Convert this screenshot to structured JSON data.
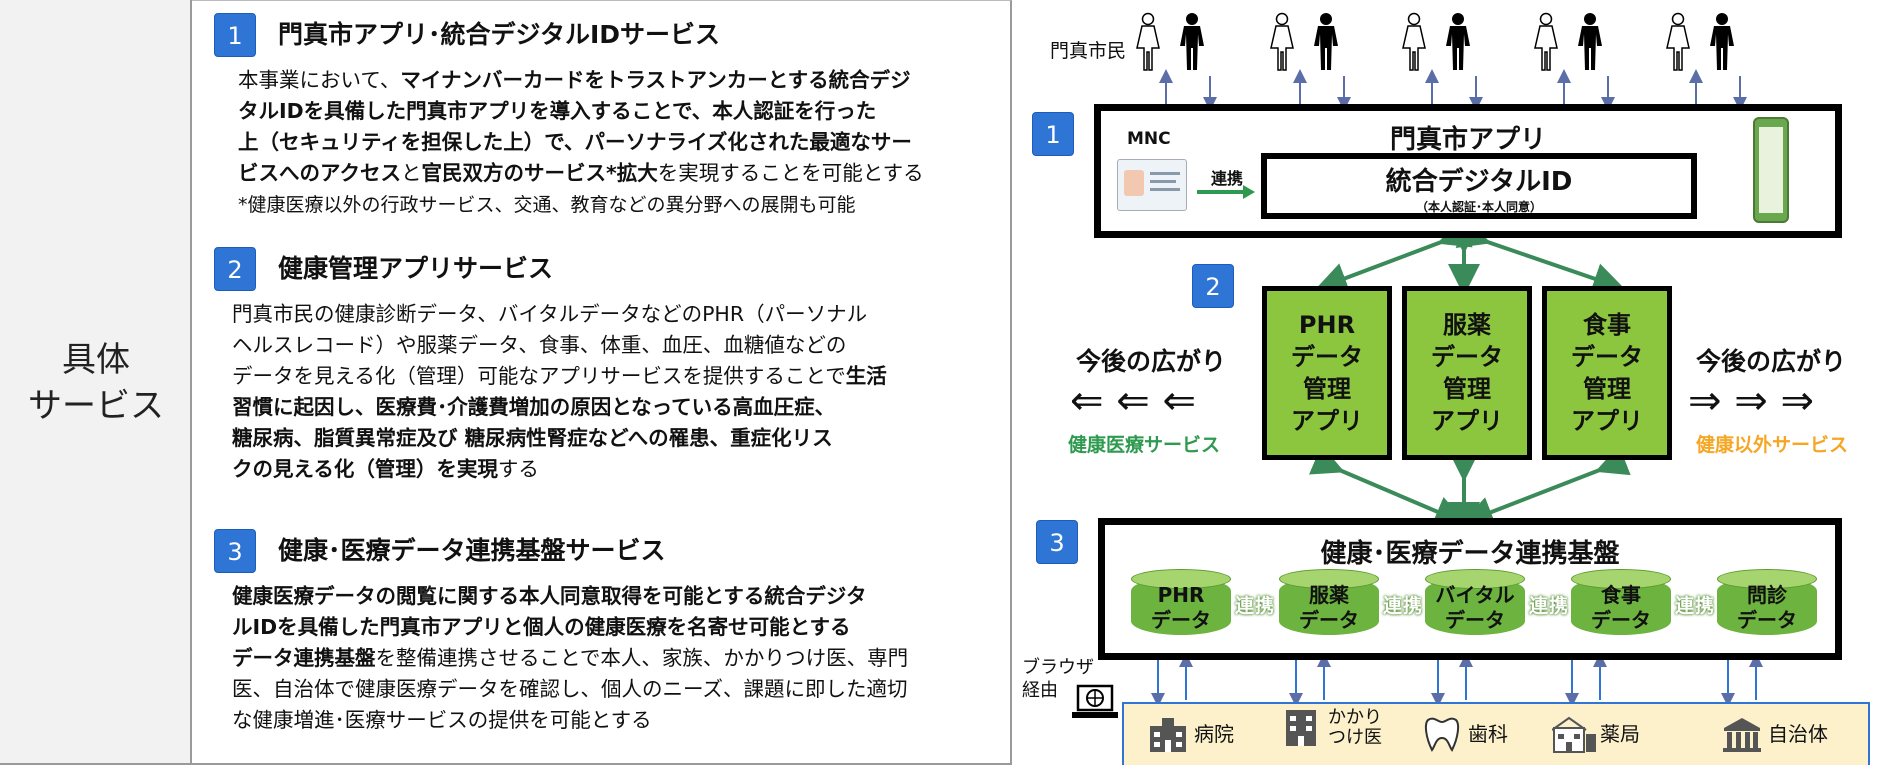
{
  "row_label": {
    "line1": "具体",
    "line2": "サービス"
  },
  "sections": [
    {
      "num": "1",
      "title": "門真市アプリ･統合デジタルIDサービス",
      "lines": [
        [
          {
            "t": "本事業において、"
          },
          {
            "t": "マイナンバーカードをトラストアンカーとする統合デジ",
            "b": true
          }
        ],
        [
          {
            "t": "タルIDを具備した門真市アプリを導入することで、本人認証を行った",
            "b": true
          }
        ],
        [
          {
            "t": "上（セキュリティを担保した上）で、パーソナライズ化された最適なサー",
            "b": true
          }
        ],
        [
          {
            "t": "ビスへのアクセス",
            "b": true
          },
          {
            "t": "と"
          },
          {
            "t": "官民双方のサービス*拡大",
            "b": true
          },
          {
            "t": "を実現することを可能とする"
          }
        ],
        [
          {
            "t": "*健康医療以外の行政サービス、交通、教育などの異分野への展開も可能",
            "note": true
          }
        ]
      ]
    },
    {
      "num": "2",
      "title": "健康管理アプリサービス",
      "lines": [
        [
          {
            "t": "門真市民の健康診断データ、バイタルデータなどのPHR（パーソナル"
          }
        ],
        [
          {
            "t": "ヘルスレコード）や服薬データ、食事、体重、血圧、血糖値などの"
          }
        ],
        [
          {
            "t": "データを見える化（管理）可能なアプリサービスを提供することで"
          },
          {
            "t": "生活",
            "b": true
          }
        ],
        [
          {
            "t": "習慣に起因し、医療費･介護費増加の原因となっている高血圧症、",
            "b": true
          }
        ],
        [
          {
            "t": "糖尿病、脂質異常症及び 糖尿病性腎症などへの罹患、重症化リス",
            "b": true
          }
        ],
        [
          {
            "t": "クの見える化（管理）を実現",
            "b": true
          },
          {
            "t": "する"
          }
        ]
      ]
    },
    {
      "num": "3",
      "title": "健康･医療データ連携基盤サービス",
      "lines": [
        [
          {
            "t": "健康医療データの閲覧に関する本人同意取得を可能とする統合デジタ",
            "b": true
          }
        ],
        [
          {
            "t": "ルIDを具備した門真市アプリと個人の健康医療を名寄せ可能とする",
            "b": true
          }
        ],
        [
          {
            "t": "データ連携基盤",
            "b": true
          },
          {
            "t": "を整備連携させることで本人、家族、かかりつけ医、専門"
          }
        ],
        [
          {
            "t": "医、自治体で健康医療データを確認し、個人のニーズ、課題に即した適切"
          }
        ],
        [
          {
            "t": "な健康増進･医療サービスの提供を可能とする"
          }
        ]
      ]
    }
  ],
  "diagram": {
    "citizens_label": "門真市民",
    "box1": {
      "num": "1",
      "title": "門真市アプリ",
      "mnc": "MNC",
      "renkei": "連携",
      "id_title": "統合デジタルID",
      "id_sub": "（本人認証･本人同意）"
    },
    "box2_num": "2",
    "apps": [
      {
        "l1": "PHR",
        "l2": "データ",
        "l3": "管理",
        "l4": "アプリ"
      },
      {
        "l1": "服薬",
        "l2": "データ",
        "l3": "管理",
        "l4": "アプリ"
      },
      {
        "l1": "食事",
        "l2": "データ",
        "l3": "管理",
        "l4": "アプリ"
      }
    ],
    "left_future": {
      "title": "今後の広がり",
      "arrows": "⇐ ⇐ ⇐",
      "sub": "健康医療サービス",
      "sub_color": "#2e9a4f"
    },
    "right_future": {
      "title": "今後の広がり",
      "arrows": "⇒ ⇒ ⇒",
      "sub": "健康以外サービス",
      "sub_color": "#f5a623"
    },
    "box3": {
      "num": "3",
      "title": "健康･医療データ連携基盤",
      "cylinders": [
        {
          "l1": "PHR",
          "l2": "データ"
        },
        {
          "l1": "服薬",
          "l2": "データ"
        },
        {
          "l1": "バイタル",
          "l2": "データ"
        },
        {
          "l1": "食事",
          "l2": "データ"
        },
        {
          "l1": "問診",
          "l2": "データ"
        }
      ],
      "link": "連携"
    },
    "browser": {
      "l1": "ブラウザ",
      "l2": "経由"
    },
    "facilities": [
      {
        "name": "病院",
        "icon": "hospital-icon"
      },
      {
        "name1": "かかり",
        "name2": "つけ医",
        "icon": "clinic-building-icon"
      },
      {
        "name": "歯科",
        "icon": "tooth-icon"
      },
      {
        "name": "薬局",
        "icon": "pharmacy-icon"
      },
      {
        "name": "自治体",
        "icon": "city-hall-icon"
      }
    ]
  },
  "colors": {
    "accent_blue": "#2e75d6",
    "app_green": "#8cc63f",
    "arrow_green": "#3a8a5a",
    "facility_bg": "#fdf1cc"
  }
}
